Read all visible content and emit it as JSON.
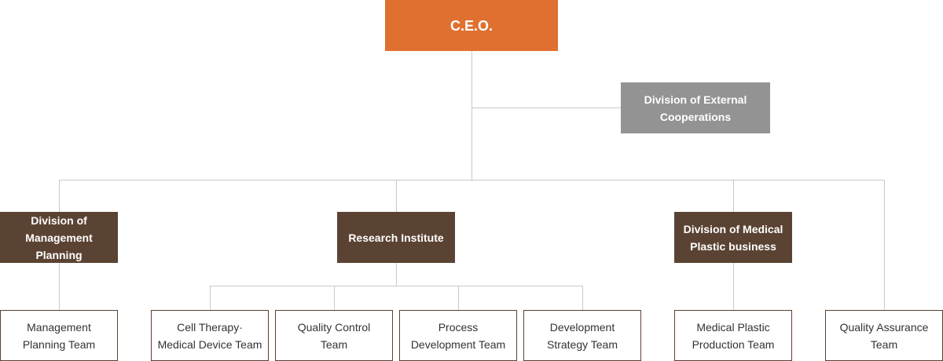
{
  "colors": {
    "ceo": "#e07030",
    "external": "#939393",
    "division": "#5b4333",
    "team_border": "#5a4232",
    "connector": "#c9c9c9"
  },
  "ceo": {
    "label": "C.E.O."
  },
  "external": {
    "label": "Division of External\nCooperations"
  },
  "divisions": [
    {
      "label": "Division of Management\nPlanning"
    },
    {
      "label": "Research Institute"
    },
    {
      "label": "Division of Medical\nPlastic business"
    }
  ],
  "teams": [
    {
      "label": "Management\nPlanning Team"
    },
    {
      "label": "Cell Therapy·\nMedical Device Team"
    },
    {
      "label": "Quality Control\nTeam"
    },
    {
      "label": "Process\nDevelopment Team"
    },
    {
      "label": "Development\nStrategy Team"
    },
    {
      "label": "Medical Plastic\nProduction Team"
    },
    {
      "label": "Quality Assurance\nTeam"
    }
  ]
}
